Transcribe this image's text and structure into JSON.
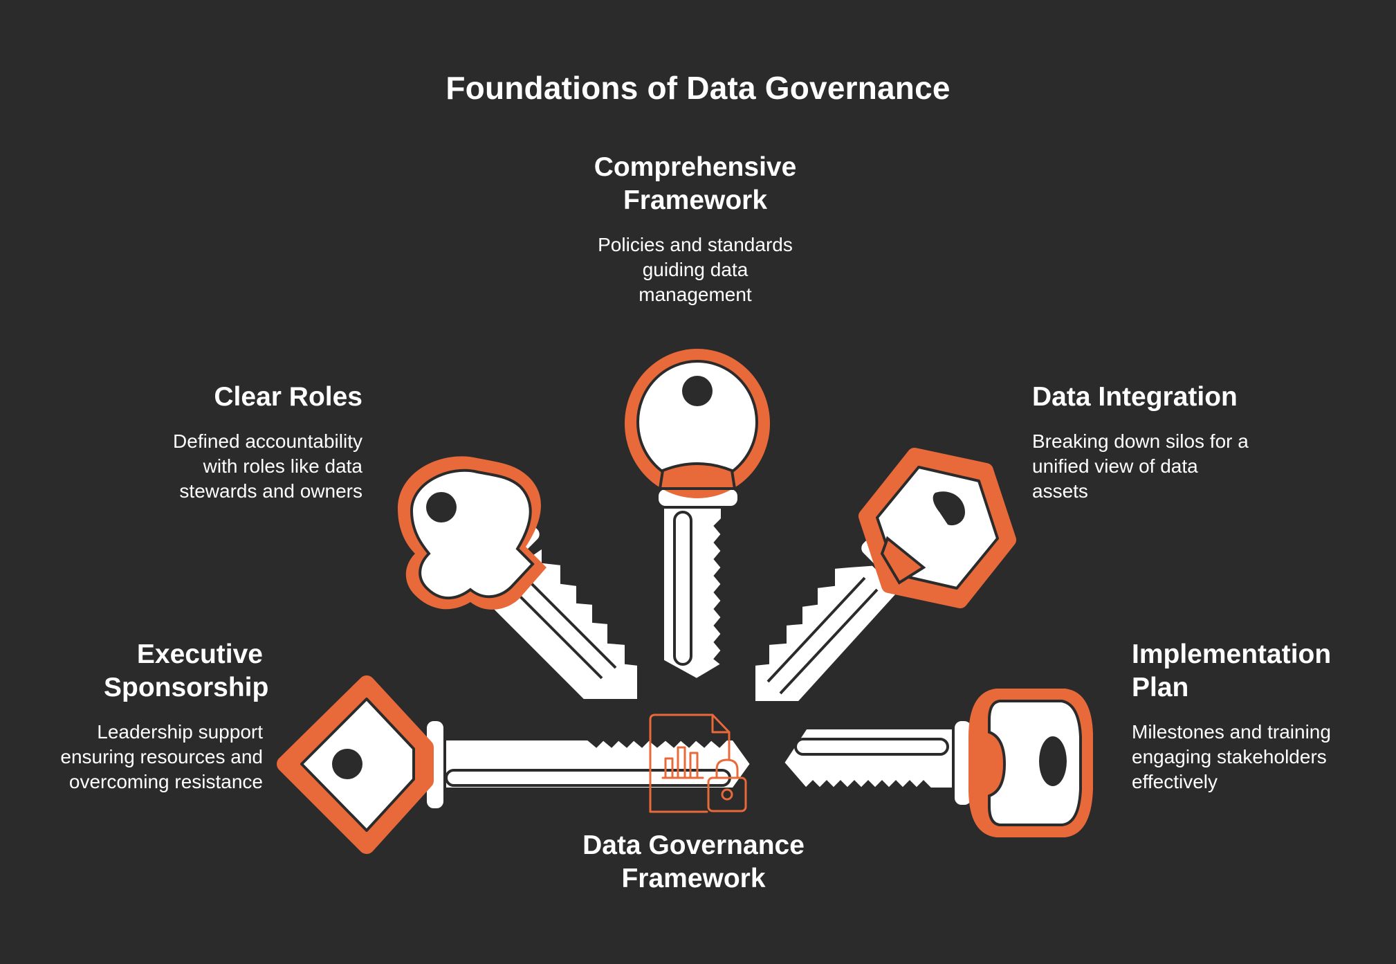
{
  "title": "Foundations of Data Governance",
  "colors": {
    "background": "#2b2b2b",
    "accent": "#e8693a",
    "key": "#ffffff",
    "outline": "#2b2b2b"
  },
  "center": {
    "label": "Data Governance Framework",
    "icon": "document-chart-lock-icon"
  },
  "items": [
    {
      "title": "Comprehensive Framework",
      "description": "Policies and standards guiding data management"
    },
    {
      "title": "Clear Roles",
      "description": "Defined accountability with roles like data stewards and owners"
    },
    {
      "title": "Data Integration",
      "description": "Breaking down silos for a unified view of data assets"
    },
    {
      "title": "Executive Sponsorship",
      "description": "Leadership support ensuring resources and overcoming resistance"
    },
    {
      "title": "Implementation Plan",
      "description": "Milestones and training engaging stakeholders effectively"
    }
  ]
}
